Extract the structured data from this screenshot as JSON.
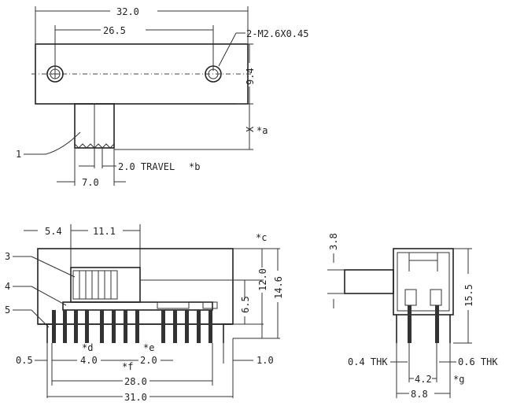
{
  "top_view": {
    "dim_overall_width": "32.0",
    "dim_hole_spacing": "26.5",
    "hole_callout": "2-M2.6X0.45",
    "dim_body_height": "9.4",
    "dim_actuator_x": "X",
    "note_a": "*a",
    "part_1": "1",
    "travel": "2.0 TRAVEL",
    "note_b": "*b",
    "dim_actuator_width": "7.0"
  },
  "front_view": {
    "dim_left_offset": "5.4",
    "dim_actuator_length": "11.1",
    "note_c": "*c",
    "part_3": "3",
    "part_4": "4",
    "part_5": "5",
    "dim_12": "12.0",
    "dim_6_5": "6.5",
    "dim_14_6": "14.6",
    "note_d": "*d",
    "note_e": "*e",
    "note_f": "*f",
    "dim_0_5": "0.5",
    "dim_4_0": "4.0",
    "dim_2_0": "2.0",
    "dim_1_0": "1.0",
    "dim_28_0": "28.0",
    "dim_31_0": "31.0"
  },
  "side_view": {
    "dim_3_8": "3.8",
    "dim_15_5": "15.5",
    "thk_left": "0.4 THK",
    "thk_right": "0.6 THK",
    "dim_4_2": "4.2",
    "note_g": "*g",
    "dim_8_8": "8.8"
  }
}
